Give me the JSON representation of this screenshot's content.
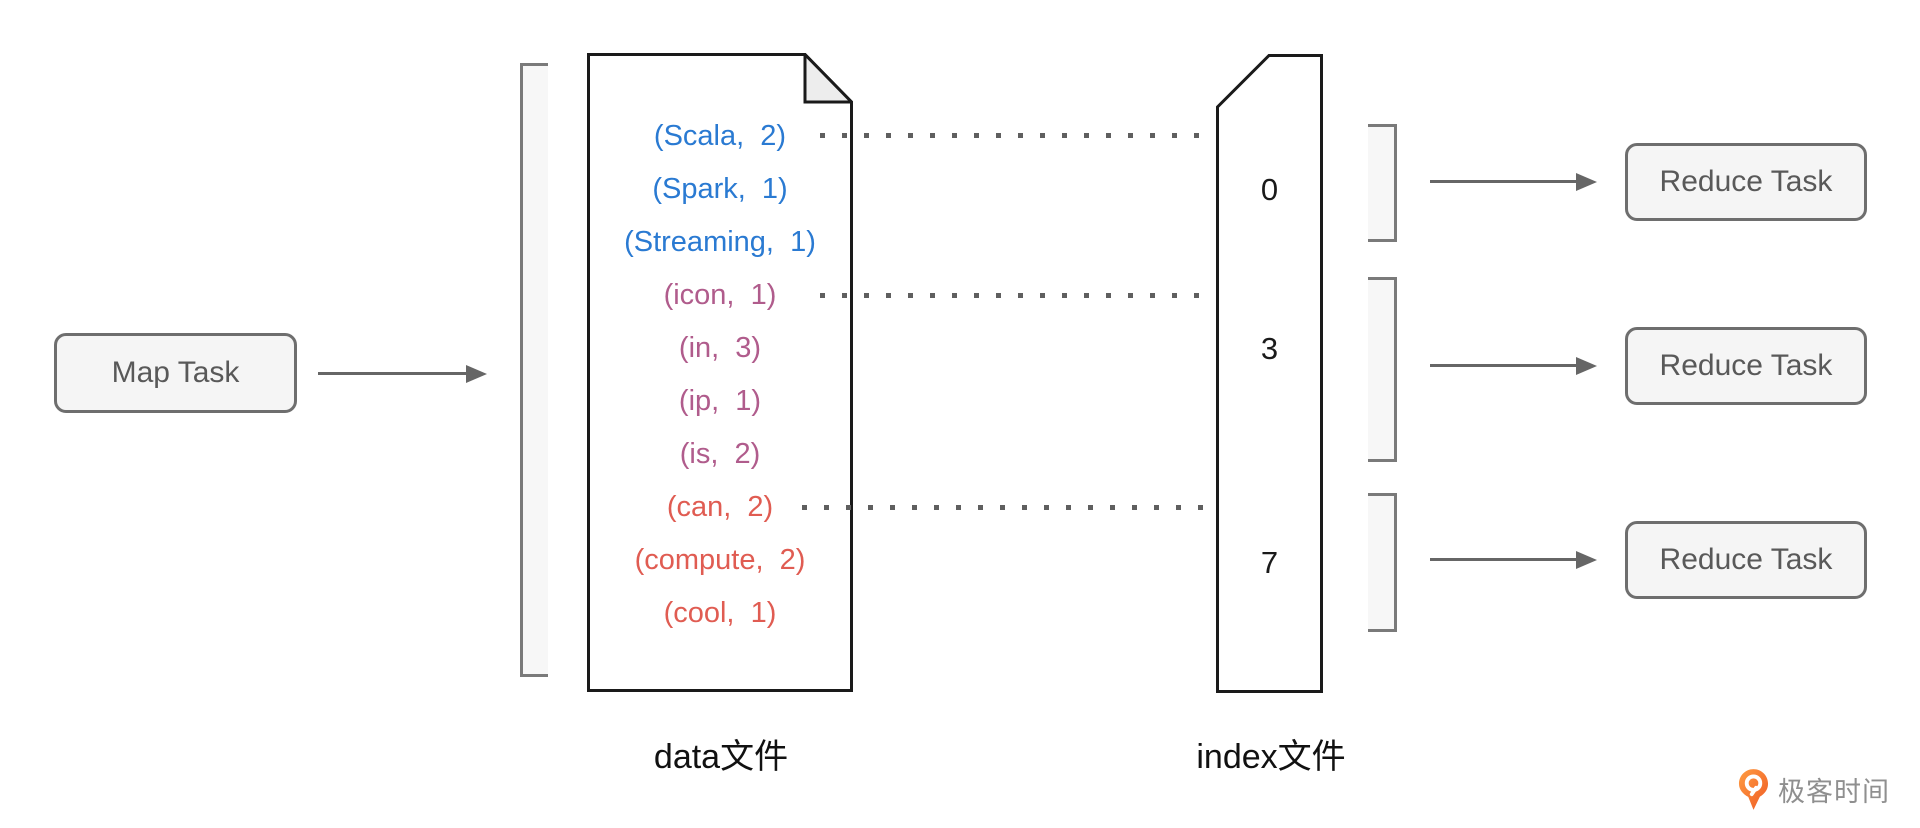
{
  "diagram": {
    "title_hint": "Spark shuffle data/index file diagram",
    "map_task": {
      "label": "Map Task"
    },
    "data_file": {
      "label": "data文件",
      "tuples": [
        {
          "text": "(Scala,  2)",
          "group": "blue"
        },
        {
          "text": "(Spark,  1)",
          "group": "blue"
        },
        {
          "text": "(Streaming,  1)",
          "group": "blue"
        },
        {
          "text": "(icon,  1)",
          "group": "purple"
        },
        {
          "text": "(in,  3)",
          "group": "purple"
        },
        {
          "text": "(ip,  1)",
          "group": "purple"
        },
        {
          "text": "(is,  2)",
          "group": "purple"
        },
        {
          "text": "(can,  2)",
          "group": "red"
        },
        {
          "text": "(compute,  2)",
          "group": "red"
        },
        {
          "text": "(cool,  1)",
          "group": "red"
        }
      ]
    },
    "index_file": {
      "label": "index文件",
      "offsets": [
        "0",
        "3",
        "7"
      ]
    },
    "reduce_tasks": [
      {
        "label": "Reduce Task"
      },
      {
        "label": "Reduce Task"
      },
      {
        "label": "Reduce Task"
      }
    ],
    "logo": {
      "text": "极客时间",
      "icon": "geektime-pin-icon"
    },
    "colors": {
      "tuple_blue": "#2A7AD2",
      "tuple_purple": "#B05C8C",
      "tuple_red": "#E05C52",
      "arrow_gray": "#666666",
      "box_fill": "#F5F5F5",
      "box_border": "#6E6E6E",
      "bracket_fill": "#F7F7F7",
      "bracket_border": "#7A7A7A",
      "doc_border": "#1A1A1A",
      "logo_orange": "#EF5B25",
      "logo_text_gray": "#8F8F8F"
    }
  }
}
